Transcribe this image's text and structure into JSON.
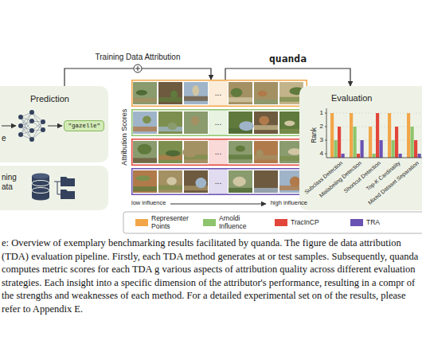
{
  "diagram": {
    "caption": "e: Overview of exemplary benchmarking results facilitated by quanda. The figure de data attribution (TDA) evaluation pipeline. Firstly, each TDA method generates at or test samples. Subsequently, quanda computes metric scores for each TDA g various aspects of attribution quality across different evaluation strategies. Each insight into a specific dimension of the attributor's performance, resulting in a compr of the strengths and weaknesses of each method. For a detailed experimental set on of the results, please refer to Appendix E.",
    "nodes": [
      {
        "text": [
          "Prediction"
        ]
      },
      {
        "text": [
          "\"gazelle\""
        ],
        "in": 0
      },
      {
        "text": [
          "ning ata"
        ]
      },
      {
        "text": [
          "Attribution Scores"
        ]
      },
      {
        "text": [
          "Evaluation"
        ]
      }
    ],
    "edges": [
      {
        "from": 0,
        "to": 3,
        "arrow": "to",
        "label": "Training Data Attribution"
      },
      {
        "from": 3,
        "to": 4,
        "arrow": "to",
        "label": "quanda"
      }
    ],
    "labels": [
      "e",
      "...",
      "...",
      "...",
      "...",
      "low influence",
      "high influence",
      "Rank",
      "1",
      "2",
      "3",
      "4",
      "Subclass Detection",
      "Mislabeling Detection",
      "Shortcut Detection",
      "Top-K Cardinality",
      "Mixed Dataset Separation"
    ],
    "legend": [
      {
        "text": "Representer Points",
        "color": "#f2a649"
      },
      {
        "text": "Arnoldi Influence",
        "color": "#8ec46c"
      },
      {
        "text": "TracInCP",
        "color": "#e2463a"
      },
      {
        "text": "TRA",
        "color": "#6a52b3"
      }
    ]
  }
}
